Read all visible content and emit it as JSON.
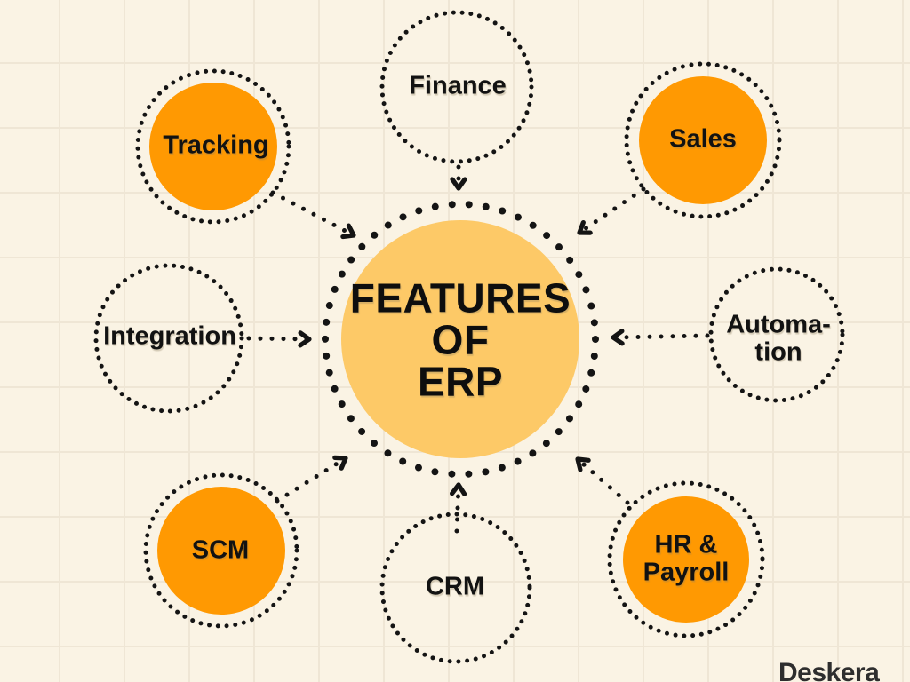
{
  "title": "FEATURES OF ERP diagram",
  "colors": {
    "background": "#FAF3E4",
    "grid_line": "#EFE6D5",
    "node_orange": "#FF9902",
    "center_yellow": "#FDC967",
    "dot_black": "#141414",
    "text_black": "#121212",
    "brand_gray": "#2E2E2E"
  },
  "center": {
    "line1": "FEATURES",
    "line2": "OF",
    "line3": "ERP"
  },
  "nodes": {
    "finance": {
      "label": "Finance",
      "filled": "false"
    },
    "sales": {
      "label": "Sales",
      "filled": "true"
    },
    "tracking": {
      "label": "Tracking",
      "filled": "true"
    },
    "integration": {
      "label": "Integration",
      "filled": "false"
    },
    "automation": {
      "line1": "Automa-",
      "line2": "tion",
      "filled": "false"
    },
    "scm": {
      "label": "SCM",
      "filled": "true"
    },
    "crm": {
      "label": "CRM",
      "filled": "false"
    },
    "hr_payroll": {
      "line1": "HR &",
      "line2": "Payroll",
      "filled": "true"
    }
  },
  "brand": {
    "name": "Deskera"
  }
}
